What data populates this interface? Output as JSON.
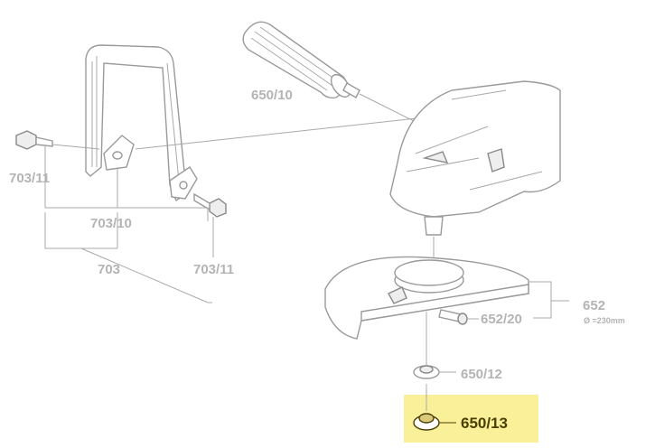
{
  "labels": {
    "handle": "650/10",
    "bolt_left": "703/11",
    "bracket": "703/10",
    "assembly": "703",
    "bolt_right": "703/11",
    "guard": "652",
    "guard_diameter": "Ø =230mm",
    "guard_screw": "652/20",
    "flange": "650/12",
    "nut": "650/13"
  },
  "highlight": {
    "part": "650/13",
    "color": "#fbf09a"
  },
  "colors": {
    "line_art": "#9a9a9a",
    "label": "#b4b4b4",
    "highlight_text": "#4a3f00"
  }
}
